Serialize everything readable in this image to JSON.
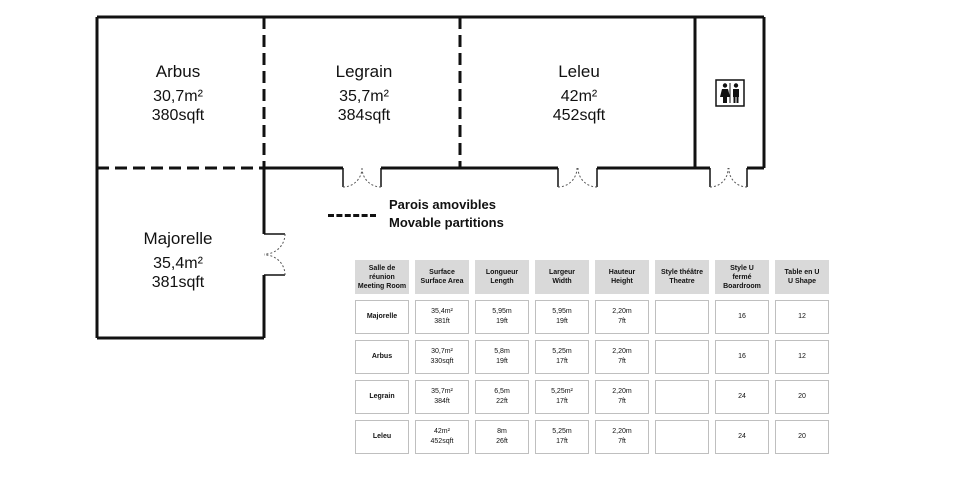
{
  "rooms": {
    "arbus": {
      "name": "Arbus",
      "area": "30,7m²",
      "sqft": "380sqft"
    },
    "legrain": {
      "name": "Legrain",
      "area": "35,7m²",
      "sqft": "384sqft"
    },
    "leleu": {
      "name": "Leleu",
      "area": "42m²",
      "sqft": "452sqft"
    },
    "majorelle": {
      "name": "Majorelle",
      "area": "35,4m²",
      "sqft": "381sqft"
    }
  },
  "legend": {
    "fr": "Parois amovibles",
    "en": "Movable partitions"
  },
  "icons": {
    "restroom": "restroom-icon",
    "door": "double-door-icon"
  },
  "table": {
    "headers": [
      [
        "Salle de",
        "réunion",
        "Meeting Room"
      ],
      [
        "Surface",
        "Surface Area"
      ],
      [
        "Longueur",
        "Length"
      ],
      [
        "Largeur",
        "Width"
      ],
      [
        "Hauteur",
        "Height"
      ],
      [
        "Style théâtre",
        "Theatre"
      ],
      [
        "Style U",
        "fermé",
        "Boardroom"
      ],
      [
        "Table en U",
        "U Shape"
      ]
    ],
    "rows": [
      {
        "room": "Majorelle",
        "surface": [
          "35,4m²",
          "381ft"
        ],
        "length": [
          "5,95m",
          "19ft"
        ],
        "width": [
          "5,95m",
          "19ft"
        ],
        "height": [
          "2,20m",
          "7ft"
        ],
        "theatre": "",
        "boardroom": "16",
        "ushape": "12"
      },
      {
        "room": "Arbus",
        "surface": [
          "30,7m²",
          "330sqft"
        ],
        "length": [
          "5,8m",
          "19ft"
        ],
        "width": [
          "5,25m",
          "17ft"
        ],
        "height": [
          "2,20m",
          "7ft"
        ],
        "theatre": "",
        "boardroom": "16",
        "ushape": "12"
      },
      {
        "room": "Legrain",
        "surface": [
          "35,7m²",
          "384ft"
        ],
        "length": [
          "6,5m",
          "22ft"
        ],
        "width": [
          "5,25m²",
          "17ft"
        ],
        "height": [
          "2,20m",
          "7ft"
        ],
        "theatre": "",
        "boardroom": "24",
        "ushape": "20"
      },
      {
        "room": "Leleu",
        "surface": [
          "42m²",
          "452sqft"
        ],
        "length": [
          "8m",
          "26ft"
        ],
        "width": [
          "5,25m",
          "17ft"
        ],
        "height": [
          "2,20m",
          "7ft"
        ],
        "theatre": "",
        "boardroom": "24",
        "ushape": "20"
      }
    ]
  }
}
